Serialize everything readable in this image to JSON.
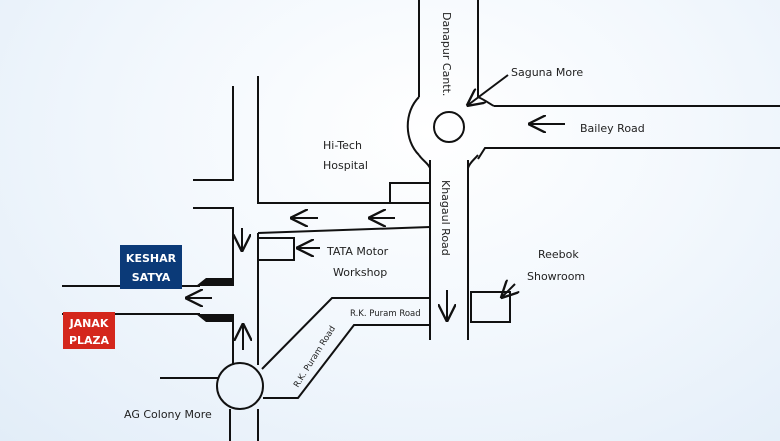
{
  "roads": {
    "danapur": "Danapur Cantt.",
    "bailey": "Bailey Road",
    "khagaul": "Khagaul Road",
    "rk_puram_diag": "R.K. Puram Road",
    "rk_puram": "R.K. Puram Road"
  },
  "landmarks": {
    "saguna_more": "Saguna More",
    "hitech_line1": "Hi-Tech",
    "hitech_line2": "Hospital",
    "tata_line1": "TATA Motor",
    "tata_line2": "Workshop",
    "reebok_line1": "Reebok",
    "reebok_line2": "Showroom",
    "ag_colony": "AG Colony More"
  },
  "badges": {
    "keshar_line1": "KESHAR",
    "keshar_line2": "SATYA",
    "keshar_color": "#0b3a78",
    "janak_line1": "JANAK",
    "janak_line2": "PLAZA",
    "janak_color": "#d4271c"
  },
  "colors": {
    "road": "#111111",
    "background": "#eef5fc"
  }
}
